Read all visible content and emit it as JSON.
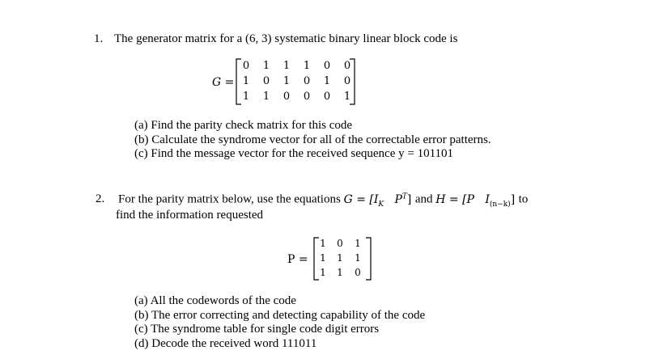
{
  "q1": {
    "number": "1.",
    "statement": "The generator matrix for a (6, 3) systematic binary linear block code is",
    "matrix_label": "G =",
    "matrix": [
      [
        "0",
        "1",
        "1",
        "1",
        "0",
        "0"
      ],
      [
        "1",
        "0",
        "1",
        "0",
        "1",
        "0"
      ],
      [
        "1",
        "1",
        "0",
        "0",
        "0",
        "1"
      ]
    ],
    "parts": [
      "(a) Find the parity check matrix for this code",
      "(b) Calculate the syndrome vector for all of the correctable error patterns.",
      "(c) Find the message vector for the received sequence y = 101101"
    ]
  },
  "q2": {
    "number": "2.",
    "statement_prefix": "For the parity matrix below, use the equations",
    "eq_g": "G = [I",
    "eq_g_sub": "K",
    "eq_g_mid": "P",
    "eq_g_sup": "T",
    "eq_g_end": "]",
    "and_text": "and",
    "eq_h": "H = [P",
    "eq_h_i": "I",
    "eq_h_sub": "(n−k)",
    "eq_h_end": "]",
    "to_text": "to",
    "statement_line2": "find the information requested",
    "matrix_label": "P =",
    "matrix": [
      [
        "1",
        "0",
        "1"
      ],
      [
        "1",
        "1",
        "1"
      ],
      [
        "1",
        "1",
        "0"
      ]
    ],
    "parts": [
      "(a) All the codewords of the code",
      "(b) The error correcting and detecting capability of the code",
      "(c) The syndrome table for single code digit errors",
      "(d) Decode the received word 111011"
    ]
  }
}
